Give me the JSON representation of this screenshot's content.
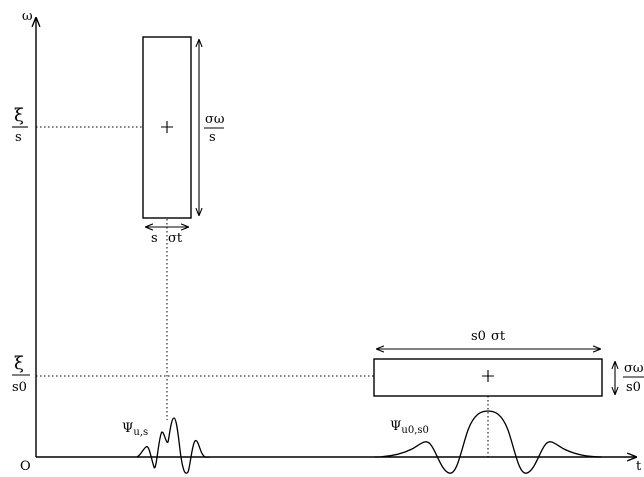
{
  "axes": {
    "origin_label": "O",
    "y_label": "ω",
    "x_label": "t"
  },
  "upper_atom": {
    "freq_label": {
      "numerator": "ξ",
      "denominator": "s"
    },
    "height_label": {
      "numerator": "σω",
      "denominator": "s"
    },
    "width_label": {
      "factor": "s",
      "sigma": "σt"
    },
    "wave_label": {
      "psi": "Ψ",
      "subscript": "u,s"
    }
  },
  "lower_atom": {
    "freq_label": {
      "numerator": "ξ",
      "denominator": "s0"
    },
    "height_label": {
      "numerator": "σω",
      "denominator": "s0"
    },
    "width_label": {
      "factor": "s0",
      "sigma": "σt"
    },
    "wave_label": {
      "psi": "Ψ",
      "subscript": "u0,s0"
    }
  }
}
